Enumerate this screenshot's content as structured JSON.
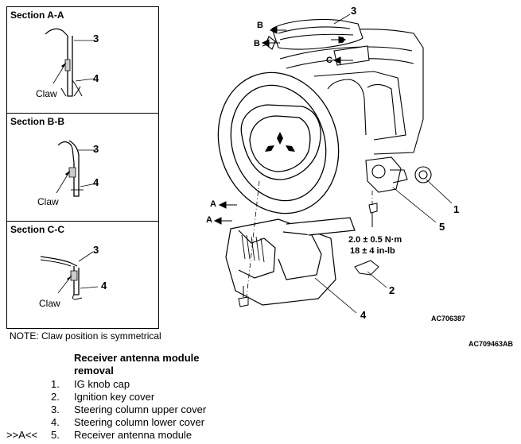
{
  "sections": [
    {
      "title": "Section A-A",
      "label_upper": "3",
      "label_lower": "4",
      "claw": "Claw"
    },
    {
      "title": "Section B-B",
      "label_upper": "3",
      "label_lower": "4",
      "claw": "Claw"
    },
    {
      "title": "Section C-C",
      "label_upper": "3",
      "label_lower": "4",
      "claw": "Claw"
    }
  ],
  "note": "NOTE: Claw position is symmetrical",
  "main": {
    "callouts": {
      "c1": "1",
      "c2": "2",
      "c3": "3",
      "c4": "4",
      "c5": "5"
    },
    "view_letters": {
      "b1": "B",
      "b2": "B",
      "c1": "C",
      "c2": "C",
      "a1": "A",
      "a2": "A"
    },
    "torque_line1": "2.0 ± 0.5 N·m",
    "torque_line2": "18 ± 4 in-lb",
    "figure_code": "AC706387",
    "page_code": "AC709463AB"
  },
  "procedure": {
    "title_line1": "Receiver antenna module",
    "title_line2": "removal",
    "items": [
      {
        "num": "1.",
        "text": "IG knob cap",
        "marker": ""
      },
      {
        "num": "2.",
        "text": "Ignition key cover",
        "marker": ""
      },
      {
        "num": "3.",
        "text": "Steering column upper cover",
        "marker": ""
      },
      {
        "num": "4.",
        "text": "Steering column lower cover",
        "marker": ""
      },
      {
        "num": "5.",
        "text": "Receiver antenna module",
        "marker": ">>A<<"
      }
    ]
  }
}
